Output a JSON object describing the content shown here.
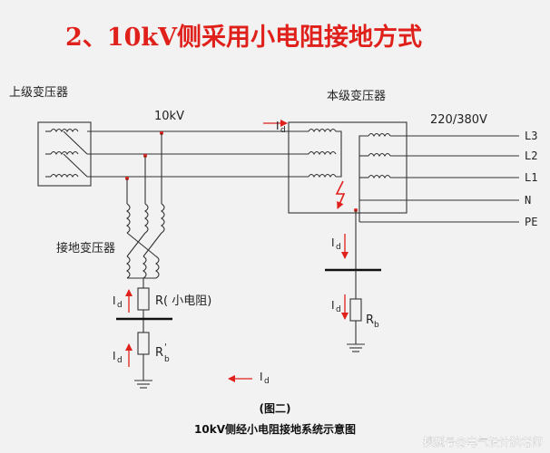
{
  "title": "2、10kV侧采用小电阻接地方式",
  "labels": {
    "upper_transformer": "上级变压器",
    "local_transformer": "本级变压器",
    "hv_voltage": "10kV",
    "lv_voltage": "220/380V",
    "grounding_transformer": "接地变压器",
    "resistor_r": "R( 小电阻)",
    "resistor_rb_prime": "R",
    "resistor_rb_prime_sub": "b",
    "resistor_rb_prime_mark": "'",
    "resistor_rb": "R",
    "resistor_rb_sub": "b"
  },
  "lines": [
    "L3",
    "L2",
    "L1",
    "N",
    "PE"
  ],
  "current": {
    "main": "I",
    "sub": "d"
  },
  "caption": {
    "figure": "(图二)",
    "text": "10kV侧经小电阻接地系统示意图"
  },
  "watermark": "搜狐号@电气设计狄老师",
  "colors": {
    "accent": "#e0201b",
    "wire": "#333333"
  }
}
